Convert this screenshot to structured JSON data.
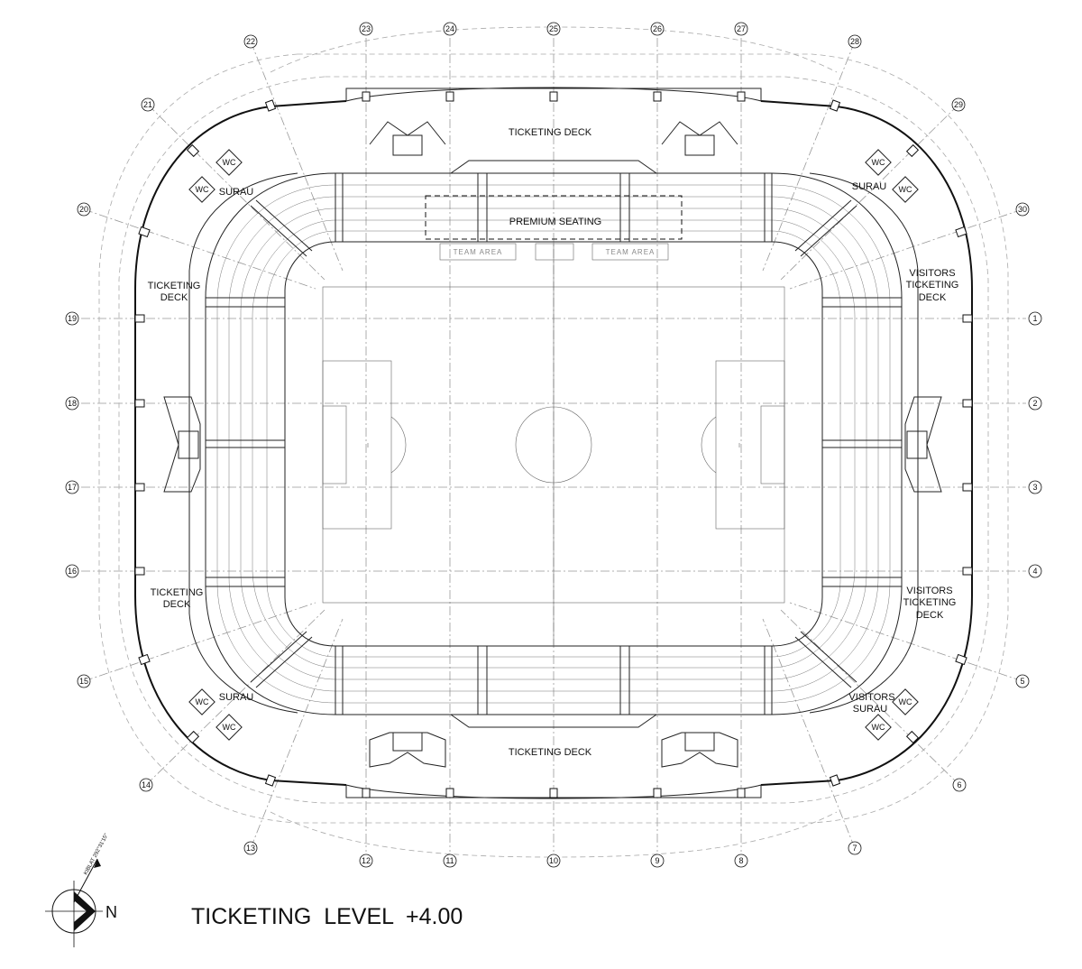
{
  "drawing_title": "TICKETING  LEVEL  +4.00",
  "north_label": "N",
  "north_note": "KIBLAT 292°31'15\"",
  "labels": {
    "ticketing_deck_north": "TICKETING  DECK",
    "ticketing_deck_south": "TICKETING  DECK",
    "ticketing_deck_west_top_1": "TICKETING",
    "ticketing_deck_west_top_2": "DECK",
    "ticketing_deck_west_bottom_1": "TICKETING",
    "ticketing_deck_west_bottom_2": "DECK",
    "visitors_deck_top_1": "VISITORS",
    "visitors_deck_top_2": "TICKETING",
    "visitors_deck_top_3": "DECK",
    "visitors_deck_bottom_1": "VISITORS",
    "visitors_deck_bottom_2": "TICKETING",
    "visitors_deck_bottom_3": "DECK",
    "surau_nw": "SURAU",
    "surau_ne": "SURAU",
    "surau_sw": "SURAU",
    "visitors_surau_1": "VISITORS",
    "visitors_surau_2": "SURAU",
    "premium_seating": "PREMIUM SEATING",
    "team_area_left": "TEAM  AREA",
    "team_area_right": "TEAM  AREA",
    "wc": "WC"
  },
  "grid_markers": {
    "top": [
      "23",
      "24",
      "25",
      "26",
      "27"
    ],
    "bottom": [
      "12",
      "11",
      "10",
      "9",
      "8"
    ],
    "left": [
      "19",
      "18",
      "17",
      "16"
    ],
    "right": [
      "1",
      "2",
      "3",
      "4"
    ],
    "corners": {
      "c22": "22",
      "c21": "21",
      "c20": "20",
      "c28": "28",
      "c29": "29",
      "c30": "30",
      "c15": "15",
      "c14": "14",
      "c13": "13",
      "c5": "5",
      "c6": "6",
      "c7": "7"
    }
  }
}
